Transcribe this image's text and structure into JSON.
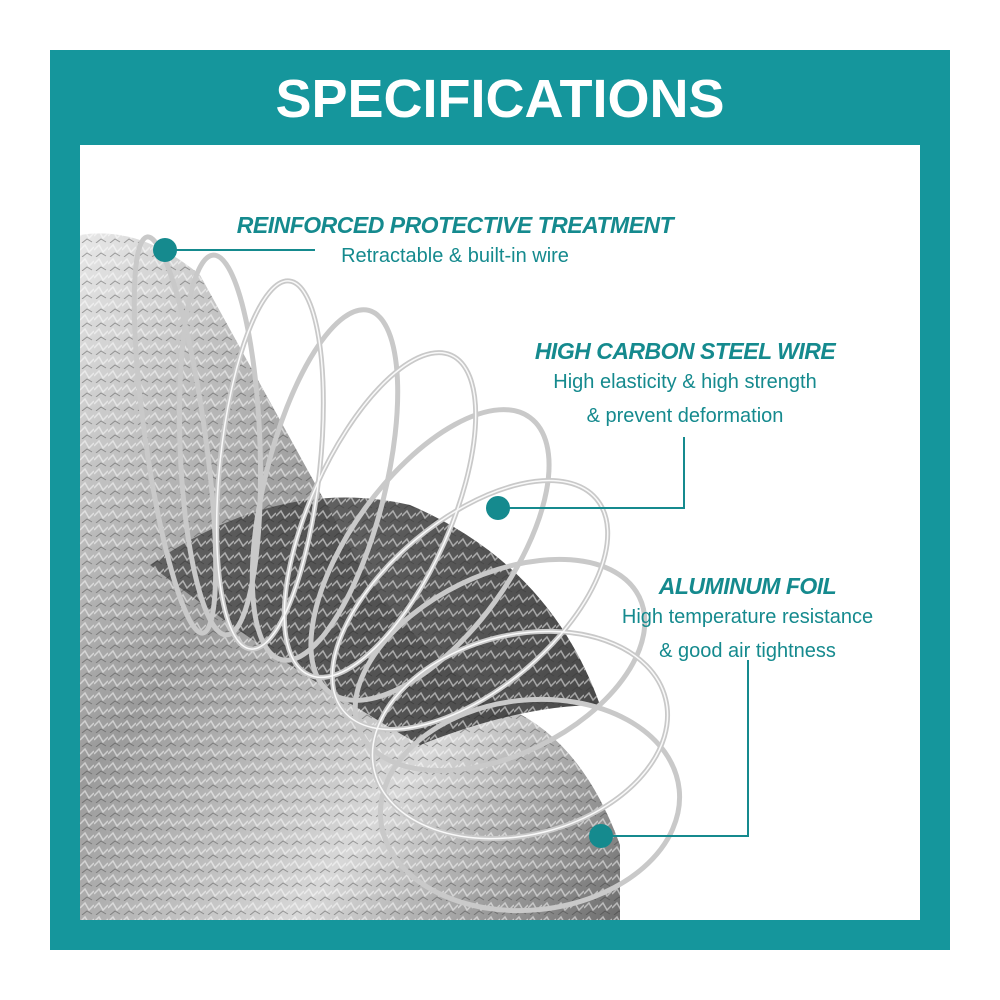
{
  "title": "SPECIFICATIONS",
  "colors": {
    "frame": "#15969c",
    "accent": "#158a8e"
  },
  "callouts": [
    {
      "heading": "REINFORCED PROTECTIVE TREATMENT",
      "lines": [
        "Retractable & built-in wire"
      ]
    },
    {
      "heading": "HIGH CARBON STEEL WIRE",
      "lines": [
        "High elasticity & high strength",
        "& prevent deformation"
      ]
    },
    {
      "heading": "ALUMINUM FOIL",
      "lines": [
        "High temperature resistance",
        "& good air tightness"
      ]
    }
  ]
}
